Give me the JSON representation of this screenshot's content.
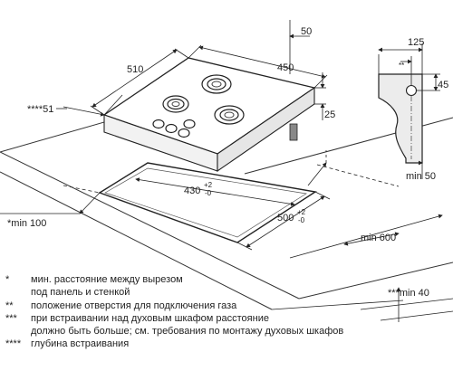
{
  "dimensions": {
    "hob_depth": "510",
    "hob_width": "450",
    "top_offset": "50",
    "height": "25",
    "side_distance": "****51",
    "cutout_width": "430",
    "cutout_depth": "500",
    "tolerance_upper": "+2",
    "tolerance_lower": "-0",
    "min_left": "*min 100",
    "min_back": "min 50",
    "min_depth": "min 600",
    "min_below": "***min 40"
  },
  "detail": {
    "width": "125",
    "height": "45",
    "gas_marker": "**"
  },
  "notes": [
    {
      "mark": "*",
      "lines": [
        "мин. расстояние между вырезом",
        "под панель и стенкой"
      ]
    },
    {
      "mark": "**",
      "lines": [
        "положение отверстия для подключения газа"
      ]
    },
    {
      "mark": "***",
      "lines": [
        "при встраивании над духовым шкафом расстояние",
        "должно быть больше; см. требования по монтажу духовых шкафов"
      ]
    },
    {
      "mark": "****",
      "lines": [
        "глубина встраивания"
      ]
    }
  ]
}
